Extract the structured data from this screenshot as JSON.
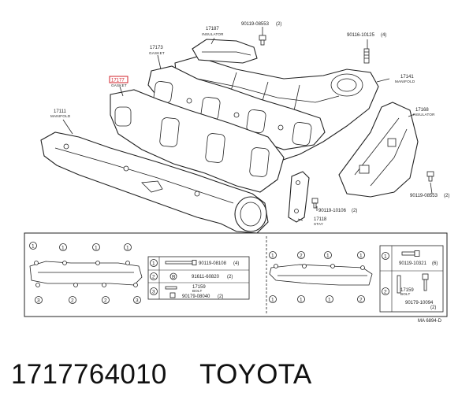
{
  "parts": {
    "p17187": {
      "num": "17187",
      "name": "INSULATOR"
    },
    "b90119_08553_top": {
      "num": "90119-08553",
      "qty": "(2)"
    },
    "b90116_10125": {
      "num": "90116-10125",
      "qty": "(4)"
    },
    "p17173": {
      "num": "17173",
      "name": "GASKET"
    },
    "p17177": {
      "num": "17177",
      "name": "GASKET"
    },
    "p17141": {
      "num": "17141",
      "name": "MANIFOLD"
    },
    "p17111": {
      "num": "17111",
      "name": "MANIFOLD"
    },
    "p17168": {
      "num": "17168",
      "name": "INSULATOR"
    },
    "b90119_08553_bot": {
      "num": "90119-08553",
      "qty": "(2)"
    },
    "b90119_10106": {
      "num": "90119-10106",
      "qty": "(2)"
    },
    "p17118": {
      "num": "17118",
      "name": "STAY"
    }
  },
  "legend": {
    "circle1": "1",
    "circle2": "2",
    "circle3": "3",
    "circleB": "B",
    "row1": {
      "num": "90119-08108",
      "qty": "(4)"
    },
    "row2": {
      "num": "91611-60820",
      "qty": "(2)"
    },
    "row3a": {
      "num": "17159",
      "name": "BOLT"
    },
    "row3b": {
      "num": "90179-08040",
      "qty": "(2)"
    },
    "right1": {
      "num": "90119-10321",
      "qty": "(6)"
    },
    "right2a": {
      "num": "17159",
      "name": "BOLT"
    },
    "right2b": {
      "num": "90179-10094",
      "qty": "(2)"
    }
  },
  "diagram_code": "MA 6894-D",
  "caption": {
    "part_number": "1717764010",
    "brand": "TOYOTA"
  },
  "colors": {
    "highlight": "#d0202a",
    "line": "#222222"
  }
}
